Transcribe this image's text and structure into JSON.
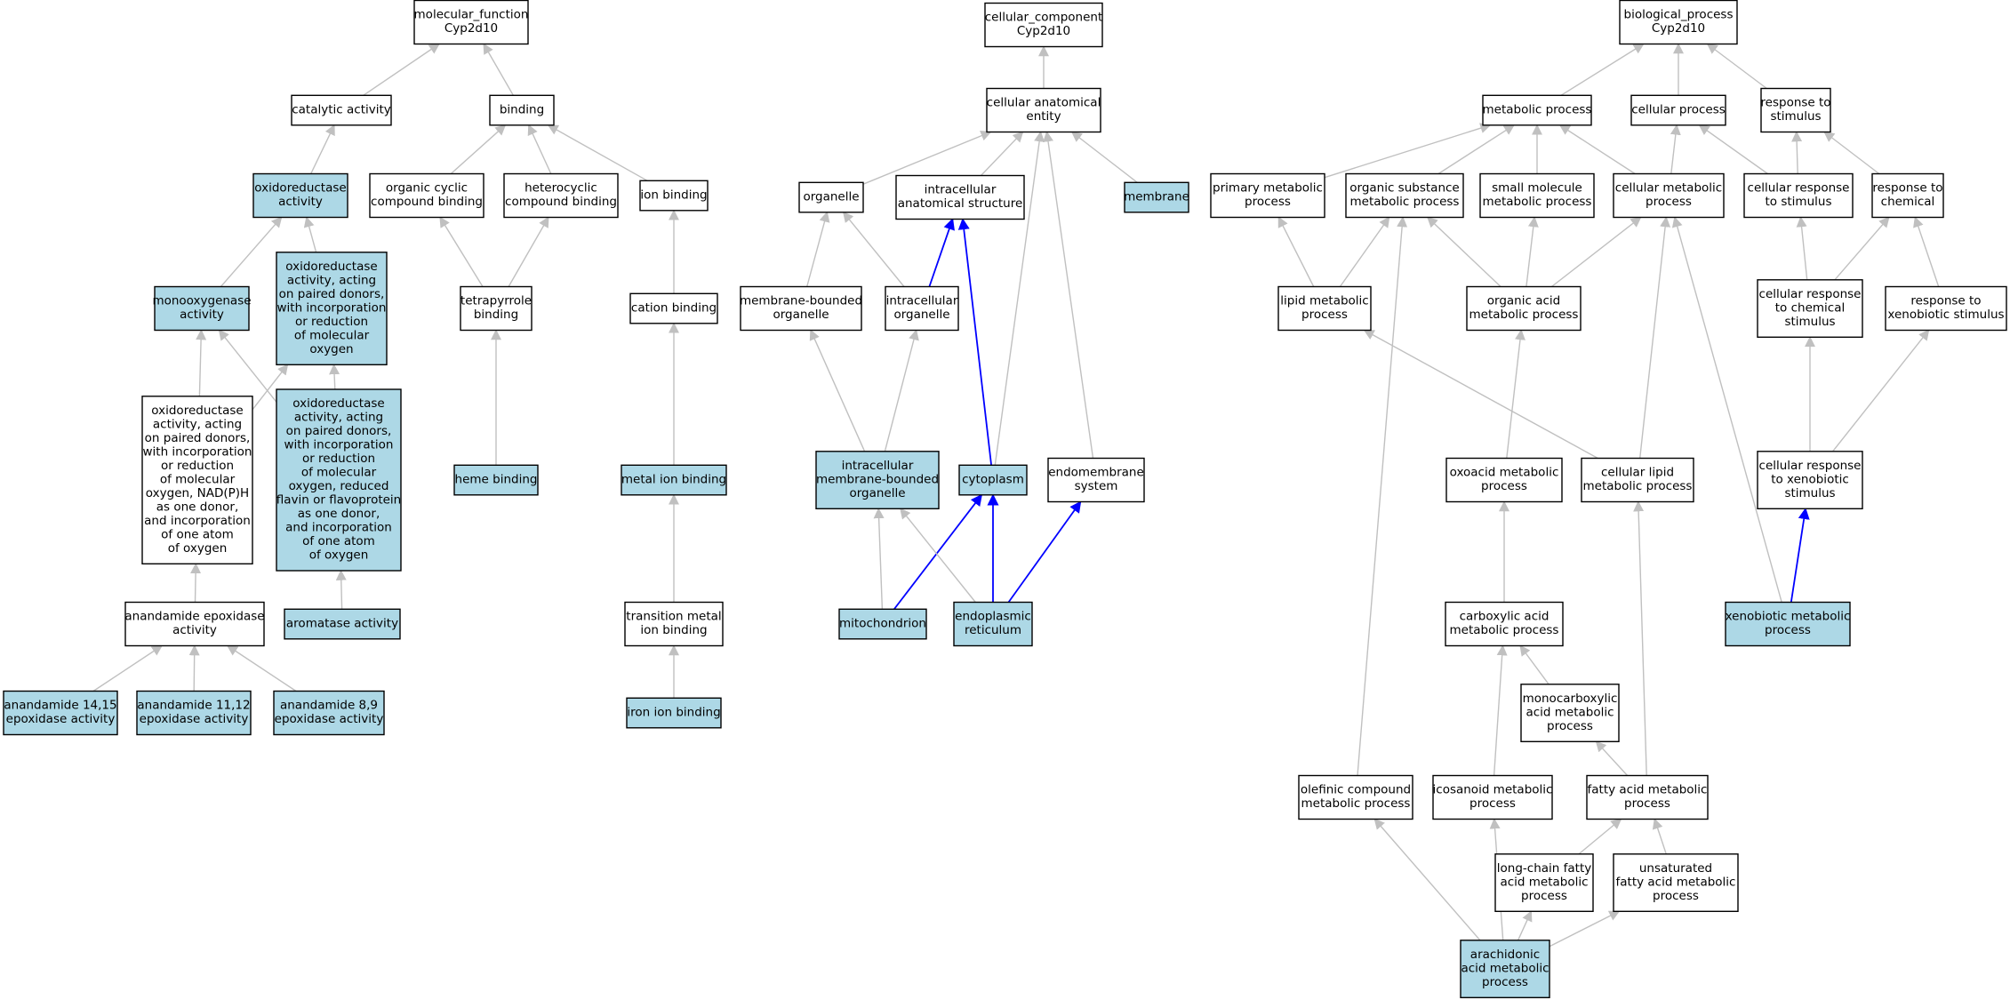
{
  "colors": {
    "annotated_fill": "#add8e6",
    "plain_fill": "#ffffff",
    "border": "#000000",
    "edge_default": "#c0c0c0",
    "edge_highlight": "#0000ff"
  },
  "nodes": {
    "mf_root": {
      "lines": [
        "molecular_function",
        "Cyp2d10"
      ],
      "annotated": false
    },
    "catalytic": {
      "lines": [
        "catalytic activity"
      ],
      "annotated": false
    },
    "binding": {
      "lines": [
        "binding"
      ],
      "annotated": false
    },
    "oxidoreductase": {
      "lines": [
        "oxidoreductase",
        "activity"
      ],
      "annotated": true
    },
    "organic_cyclic": {
      "lines": [
        "organic cyclic",
        "compound binding"
      ],
      "annotated": false
    },
    "heterocyclic": {
      "lines": [
        "heterocyclic",
        "compound binding"
      ],
      "annotated": false
    },
    "ion_binding": {
      "lines": [
        "ion binding"
      ],
      "annotated": false
    },
    "monooxygenase": {
      "lines": [
        "monooxygenase",
        "activity"
      ],
      "annotated": true
    },
    "oxido_paired": {
      "lines": [
        "oxidoreductase",
        "activity, acting",
        "on paired donors,",
        "with incorporation",
        "or reduction",
        "of molecular",
        "oxygen"
      ],
      "annotated": true
    },
    "tetrapyrrole": {
      "lines": [
        "tetrapyrrole",
        "binding"
      ],
      "annotated": false
    },
    "cation_binding": {
      "lines": [
        "cation binding"
      ],
      "annotated": false
    },
    "oxido_nadph": {
      "lines": [
        "oxidoreductase",
        "activity, acting",
        "on paired donors,",
        "with incorporation",
        "or reduction",
        "of molecular",
        "oxygen, NAD(P)H",
        "as one donor,",
        "and incorporation",
        "of one atom",
        "of oxygen"
      ],
      "annotated": false
    },
    "oxido_flavin": {
      "lines": [
        "oxidoreductase",
        "activity, acting",
        "on paired donors,",
        "with incorporation",
        "or reduction",
        "of molecular",
        "oxygen, reduced",
        "flavin or flavoprotein",
        "as one donor,",
        "and incorporation",
        "of one atom",
        "of oxygen"
      ],
      "annotated": true
    },
    "heme_binding": {
      "lines": [
        "heme binding"
      ],
      "annotated": true
    },
    "metal_ion": {
      "lines": [
        "metal ion binding"
      ],
      "annotated": true
    },
    "anandamide_epox": {
      "lines": [
        "anandamide epoxidase",
        "activity"
      ],
      "annotated": false
    },
    "aromatase": {
      "lines": [
        "aromatase activity"
      ],
      "annotated": true
    },
    "transition_metal": {
      "lines": [
        "transition metal",
        "ion binding"
      ],
      "annotated": false
    },
    "anand_1415": {
      "lines": [
        "anandamide 14,15",
        "epoxidase activity"
      ],
      "annotated": true
    },
    "anand_1112": {
      "lines": [
        "anandamide 11,12",
        "epoxidase activity"
      ],
      "annotated": true
    },
    "anand_89": {
      "lines": [
        "anandamide 8,9",
        "epoxidase activity"
      ],
      "annotated": true
    },
    "iron_ion": {
      "lines": [
        "iron ion binding"
      ],
      "annotated": true
    },
    "cc_root": {
      "lines": [
        "cellular_component",
        "Cyp2d10"
      ],
      "annotated": false
    },
    "anatomical": {
      "lines": [
        "cellular anatomical",
        "entity"
      ],
      "annotated": false
    },
    "organelle": {
      "lines": [
        "organelle"
      ],
      "annotated": false
    },
    "intra_struct": {
      "lines": [
        "intracellular",
        "anatomical structure"
      ],
      "annotated": false
    },
    "membrane": {
      "lines": [
        "membrane"
      ],
      "annotated": true
    },
    "membrane_bounded": {
      "lines": [
        "membrane-bounded",
        "organelle"
      ],
      "annotated": false
    },
    "intra_organelle": {
      "lines": [
        "intracellular",
        "organelle"
      ],
      "annotated": false
    },
    "intra_mb_organelle": {
      "lines": [
        "intracellular",
        "membrane-bounded",
        "organelle"
      ],
      "annotated": true
    },
    "cytoplasm": {
      "lines": [
        "cytoplasm"
      ],
      "annotated": true
    },
    "endomembrane": {
      "lines": [
        "endomembrane",
        "system"
      ],
      "annotated": false
    },
    "mitochondrion": {
      "lines": [
        "mitochondrion"
      ],
      "annotated": true
    },
    "er": {
      "lines": [
        "endoplasmic",
        "reticulum"
      ],
      "annotated": true
    },
    "bp_root": {
      "lines": [
        "biological_process",
        "Cyp2d10"
      ],
      "annotated": false
    },
    "metabolic": {
      "lines": [
        "metabolic process"
      ],
      "annotated": false
    },
    "cellular_process": {
      "lines": [
        "cellular process"
      ],
      "annotated": false
    },
    "resp_stimulus": {
      "lines": [
        "response to",
        "stimulus"
      ],
      "annotated": false
    },
    "primary_metabolic": {
      "lines": [
        "primary metabolic",
        "process"
      ],
      "annotated": false
    },
    "organic_substance": {
      "lines": [
        "organic substance",
        "metabolic process"
      ],
      "annotated": false
    },
    "small_molecule": {
      "lines": [
        "small molecule",
        "metabolic process"
      ],
      "annotated": false
    },
    "cellular_metabolic": {
      "lines": [
        "cellular metabolic",
        "process"
      ],
      "annotated": false
    },
    "cell_resp_stimulus": {
      "lines": [
        "cellular response",
        "to stimulus"
      ],
      "annotated": false
    },
    "resp_chemical": {
      "lines": [
        "response to",
        "chemical"
      ],
      "annotated": false
    },
    "lipid_metabolic": {
      "lines": [
        "lipid metabolic",
        "process"
      ],
      "annotated": false
    },
    "organic_acid": {
      "lines": [
        "organic acid",
        "metabolic process"
      ],
      "annotated": false
    },
    "cell_resp_chemical": {
      "lines": [
        "cellular response",
        "to chemical",
        "stimulus"
      ],
      "annotated": false
    },
    "resp_xenobiotic": {
      "lines": [
        "response to",
        "xenobiotic stimulus"
      ],
      "annotated": false
    },
    "oxoacid": {
      "lines": [
        "oxoacid metabolic",
        "process"
      ],
      "annotated": false
    },
    "cellular_lipid": {
      "lines": [
        "cellular lipid",
        "metabolic process"
      ],
      "annotated": false
    },
    "cell_resp_xeno": {
      "lines": [
        "cellular response",
        "to xenobiotic",
        "stimulus"
      ],
      "annotated": false
    },
    "carboxylic": {
      "lines": [
        "carboxylic acid",
        "metabolic process"
      ],
      "annotated": false
    },
    "xenobiotic_metabolic": {
      "lines": [
        "xenobiotic metabolic",
        "process"
      ],
      "annotated": true
    },
    "monocarboxylic": {
      "lines": [
        "monocarboxylic",
        "acid metabolic",
        "process"
      ],
      "annotated": false
    },
    "olefinic": {
      "lines": [
        "olefinic compound",
        "metabolic process"
      ],
      "annotated": false
    },
    "icosanoid": {
      "lines": [
        "icosanoid metabolic",
        "process"
      ],
      "annotated": false
    },
    "fatty_acid": {
      "lines": [
        "fatty acid metabolic",
        "process"
      ],
      "annotated": false
    },
    "long_chain": {
      "lines": [
        "long-chain fatty",
        "acid metabolic",
        "process"
      ],
      "annotated": false
    },
    "unsaturated": {
      "lines": [
        "unsaturated",
        "fatty acid metabolic",
        "process"
      ],
      "annotated": false
    },
    "arachidonic": {
      "lines": [
        "arachidonic",
        "acid metabolic",
        "process"
      ],
      "annotated": true
    }
  },
  "edges": [
    {
      "from": "catalytic",
      "to": "mf_root",
      "highlight": false
    },
    {
      "from": "binding",
      "to": "mf_root",
      "highlight": false
    },
    {
      "from": "oxidoreductase",
      "to": "catalytic",
      "highlight": false
    },
    {
      "from": "organic_cyclic",
      "to": "binding",
      "highlight": false
    },
    {
      "from": "heterocyclic",
      "to": "binding",
      "highlight": false
    },
    {
      "from": "ion_binding",
      "to": "binding",
      "highlight": false
    },
    {
      "from": "monooxygenase",
      "to": "oxidoreductase",
      "highlight": false
    },
    {
      "from": "oxido_paired",
      "to": "oxidoreductase",
      "highlight": false
    },
    {
      "from": "tetrapyrrole",
      "to": "organic_cyclic",
      "highlight": false
    },
    {
      "from": "tetrapyrrole",
      "to": "heterocyclic",
      "highlight": false
    },
    {
      "from": "cation_binding",
      "to": "ion_binding",
      "highlight": false
    },
    {
      "from": "oxido_nadph",
      "to": "monooxygenase",
      "highlight": false
    },
    {
      "from": "oxido_nadph",
      "to": "oxido_paired",
      "highlight": false
    },
    {
      "from": "oxido_flavin",
      "to": "monooxygenase",
      "highlight": false
    },
    {
      "from": "oxido_flavin",
      "to": "oxido_paired",
      "highlight": false
    },
    {
      "from": "heme_binding",
      "to": "tetrapyrrole",
      "highlight": false
    },
    {
      "from": "metal_ion",
      "to": "cation_binding",
      "highlight": false
    },
    {
      "from": "anandamide_epox",
      "to": "oxido_nadph",
      "highlight": false
    },
    {
      "from": "aromatase",
      "to": "oxido_flavin",
      "highlight": false
    },
    {
      "from": "transition_metal",
      "to": "metal_ion",
      "highlight": false
    },
    {
      "from": "anand_1415",
      "to": "anandamide_epox",
      "highlight": false
    },
    {
      "from": "anand_1112",
      "to": "anandamide_epox",
      "highlight": false
    },
    {
      "from": "anand_89",
      "to": "anandamide_epox",
      "highlight": false
    },
    {
      "from": "iron_ion",
      "to": "transition_metal",
      "highlight": false
    },
    {
      "from": "anatomical",
      "to": "cc_root",
      "highlight": false
    },
    {
      "from": "organelle",
      "to": "anatomical",
      "highlight": false
    },
    {
      "from": "intra_struct",
      "to": "anatomical",
      "highlight": false
    },
    {
      "from": "membrane",
      "to": "anatomical",
      "highlight": false
    },
    {
      "from": "cytoplasm",
      "to": "anatomical",
      "highlight": false
    },
    {
      "from": "endomembrane",
      "to": "anatomical",
      "highlight": false
    },
    {
      "from": "membrane_bounded",
      "to": "organelle",
      "highlight": false
    },
    {
      "from": "intra_organelle",
      "to": "organelle",
      "highlight": false
    },
    {
      "from": "intra_organelle",
      "to": "intra_struct",
      "highlight": true
    },
    {
      "from": "cytoplasm",
      "to": "intra_struct",
      "highlight": true
    },
    {
      "from": "intra_mb_organelle",
      "to": "membrane_bounded",
      "highlight": false
    },
    {
      "from": "intra_mb_organelle",
      "to": "intra_organelle",
      "highlight": false
    },
    {
      "from": "mitochondrion",
      "to": "intra_mb_organelle",
      "highlight": false
    },
    {
      "from": "mitochondrion",
      "to": "cytoplasm",
      "highlight": true
    },
    {
      "from": "er",
      "to": "intra_mb_organelle",
      "highlight": false
    },
    {
      "from": "er",
      "to": "cytoplasm",
      "highlight": true
    },
    {
      "from": "er",
      "to": "endomembrane",
      "highlight": true
    },
    {
      "from": "metabolic",
      "to": "bp_root",
      "highlight": false
    },
    {
      "from": "cellular_process",
      "to": "bp_root",
      "highlight": false
    },
    {
      "from": "resp_stimulus",
      "to": "bp_root",
      "highlight": false
    },
    {
      "from": "primary_metabolic",
      "to": "metabolic",
      "highlight": false
    },
    {
      "from": "organic_substance",
      "to": "metabolic",
      "highlight": false
    },
    {
      "from": "small_molecule",
      "to": "metabolic",
      "highlight": false
    },
    {
      "from": "cellular_metabolic",
      "to": "metabolic",
      "highlight": false
    },
    {
      "from": "cellular_metabolic",
      "to": "cellular_process",
      "highlight": false
    },
    {
      "from": "cell_resp_stimulus",
      "to": "cellular_process",
      "highlight": false
    },
    {
      "from": "cell_resp_stimulus",
      "to": "resp_stimulus",
      "highlight": false
    },
    {
      "from": "resp_chemical",
      "to": "resp_stimulus",
      "highlight": false
    },
    {
      "from": "lipid_metabolic",
      "to": "primary_metabolic",
      "highlight": false
    },
    {
      "from": "lipid_metabolic",
      "to": "organic_substance",
      "highlight": false
    },
    {
      "from": "organic_acid",
      "to": "organic_substance",
      "highlight": false
    },
    {
      "from": "organic_acid",
      "to": "small_molecule",
      "highlight": false
    },
    {
      "from": "organic_acid",
      "to": "cellular_metabolic",
      "highlight": false
    },
    {
      "from": "cell_resp_chemical",
      "to": "cell_resp_stimulus",
      "highlight": false
    },
    {
      "from": "cell_resp_chemical",
      "to": "resp_chemical",
      "highlight": false
    },
    {
      "from": "resp_xenobiotic",
      "to": "resp_chemical",
      "highlight": false
    },
    {
      "from": "oxoacid",
      "to": "organic_acid",
      "highlight": false
    },
    {
      "from": "cellular_lipid",
      "to": "lipid_metabolic",
      "highlight": false
    },
    {
      "from": "cellular_lipid",
      "to": "cellular_metabolic",
      "highlight": false
    },
    {
      "from": "cell_resp_xeno",
      "to": "cell_resp_chemical",
      "highlight": false
    },
    {
      "from": "cell_resp_xeno",
      "to": "resp_xenobiotic",
      "highlight": false
    },
    {
      "from": "carboxylic",
      "to": "oxoacid",
      "highlight": false
    },
    {
      "from": "xenobiotic_metabolic",
      "to": "cellular_metabolic",
      "highlight": false
    },
    {
      "from": "xenobiotic_metabolic",
      "to": "cell_resp_xeno",
      "highlight": true
    },
    {
      "from": "monocarboxylic",
      "to": "carboxylic",
      "highlight": false
    },
    {
      "from": "olefinic",
      "to": "organic_substance",
      "highlight": false
    },
    {
      "from": "icosanoid",
      "to": "carboxylic",
      "highlight": false
    },
    {
      "from": "fatty_acid",
      "to": "monocarboxylic",
      "highlight": false
    },
    {
      "from": "fatty_acid",
      "to": "cellular_lipid",
      "highlight": false
    },
    {
      "from": "long_chain",
      "to": "fatty_acid",
      "highlight": false
    },
    {
      "from": "unsaturated",
      "to": "fatty_acid",
      "highlight": false
    },
    {
      "from": "arachidonic",
      "to": "olefinic",
      "highlight": false
    },
    {
      "from": "arachidonic",
      "to": "icosanoid",
      "highlight": false
    },
    {
      "from": "arachidonic",
      "to": "long_chain",
      "highlight": false
    },
    {
      "from": "arachidonic",
      "to": "unsaturated",
      "highlight": false
    }
  ]
}
